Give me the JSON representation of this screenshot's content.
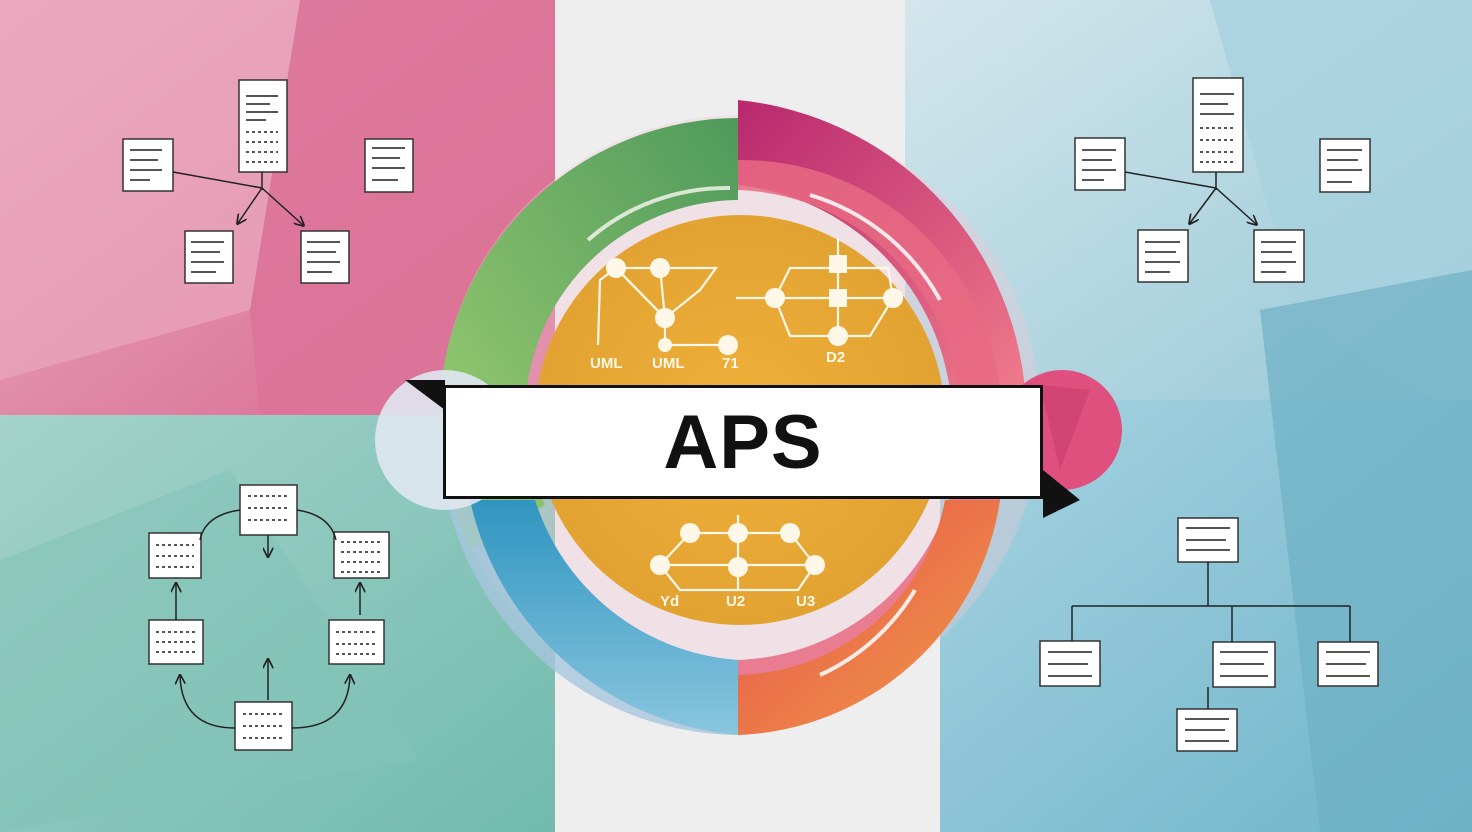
{
  "banner": {
    "title": "APS"
  },
  "center_diagram": {
    "top_labels": [
      "UML",
      "UML",
      "71",
      "D2"
    ],
    "bottom_labels": [
      "Yd",
      "U2",
      "U3"
    ]
  },
  "colors": {
    "top_left_bg": "#e48aa6",
    "bottom_left_bg": "#8cc9bf",
    "top_right_bg": "#c4dfe7",
    "bottom_right_bg": "#8cc8d8",
    "center_bg": "#efefef",
    "core": "#e6a530",
    "ring_green": "#7ab05a",
    "ring_pink": "#e0527a",
    "ring_blue": "#3ea0c4",
    "ring_purple": "#a0286a"
  }
}
